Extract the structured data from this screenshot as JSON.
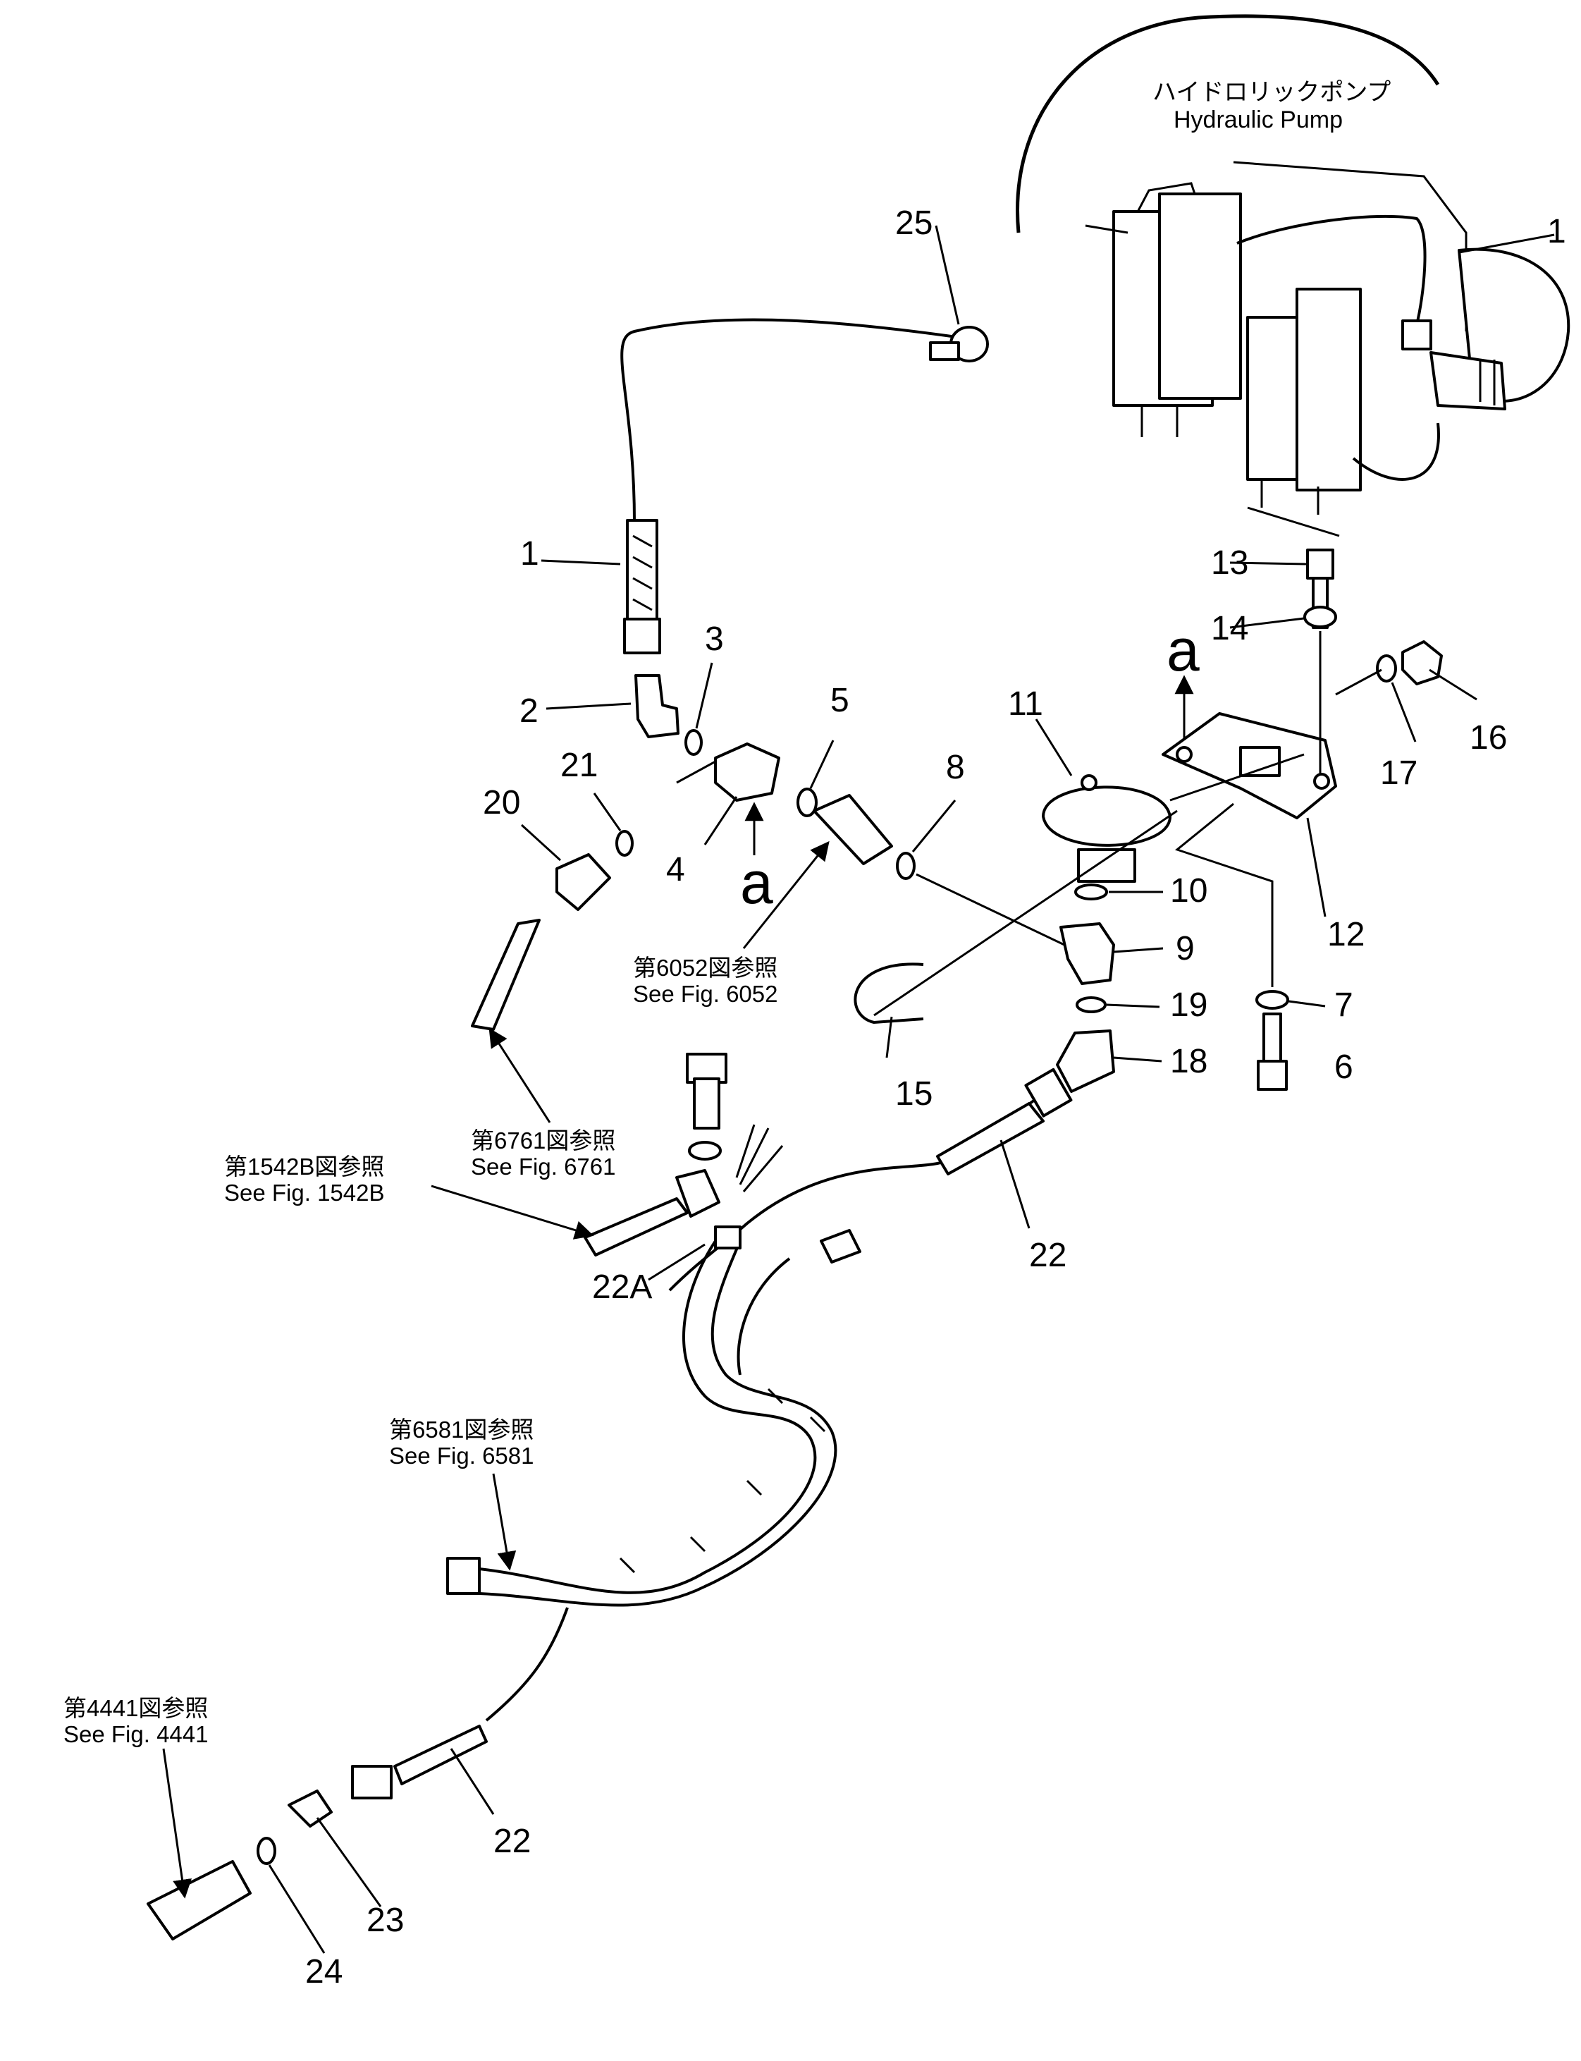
{
  "pump_label": {
    "jp": "ハイドロリックポンプ",
    "en": "Hydraulic Pump"
  },
  "part_numbers": {
    "p1_top": "1",
    "p1": "1",
    "p2": "2",
    "p3": "3",
    "p4": "4",
    "p5": "5",
    "p6": "6",
    "p7": "7",
    "p8": "8",
    "p9": "9",
    "p10": "10",
    "p11": "11",
    "p12": "12",
    "p13": "13",
    "p14": "14",
    "p15": "15",
    "p16": "16",
    "p17": "17",
    "p18": "18",
    "p19": "19",
    "p20": "20",
    "p21": "21",
    "p22_upper": "22",
    "p22_lower": "22",
    "p22a": "22A",
    "p23": "23",
    "p24": "24",
    "p25": "25"
  },
  "view_markers": {
    "a_lower": "a",
    "a_upper": "a"
  },
  "references": {
    "fig6052": {
      "jp": "第6052図参照",
      "en": "See  Fig.  6052"
    },
    "fig6761": {
      "jp": "第6761図参照",
      "en": "See  Fig.  6761"
    },
    "fig1542b": {
      "jp": "第1542B図参照",
      "en": "See  Fig.  1542B"
    },
    "fig6581": {
      "jp": "第6581図参照",
      "en": "See  Fig.  6581"
    },
    "fig4441": {
      "jp": "第4441図参照",
      "en": "See  Fig.  4441"
    }
  }
}
